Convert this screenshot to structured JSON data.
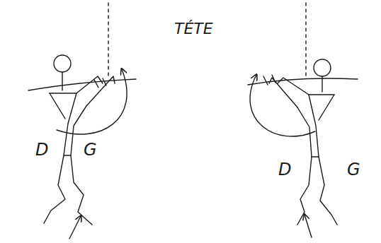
{
  "diagram": {
    "labels": [
      "TÉTE",
      "D",
      "G",
      "D",
      "G"
    ]
  }
}
